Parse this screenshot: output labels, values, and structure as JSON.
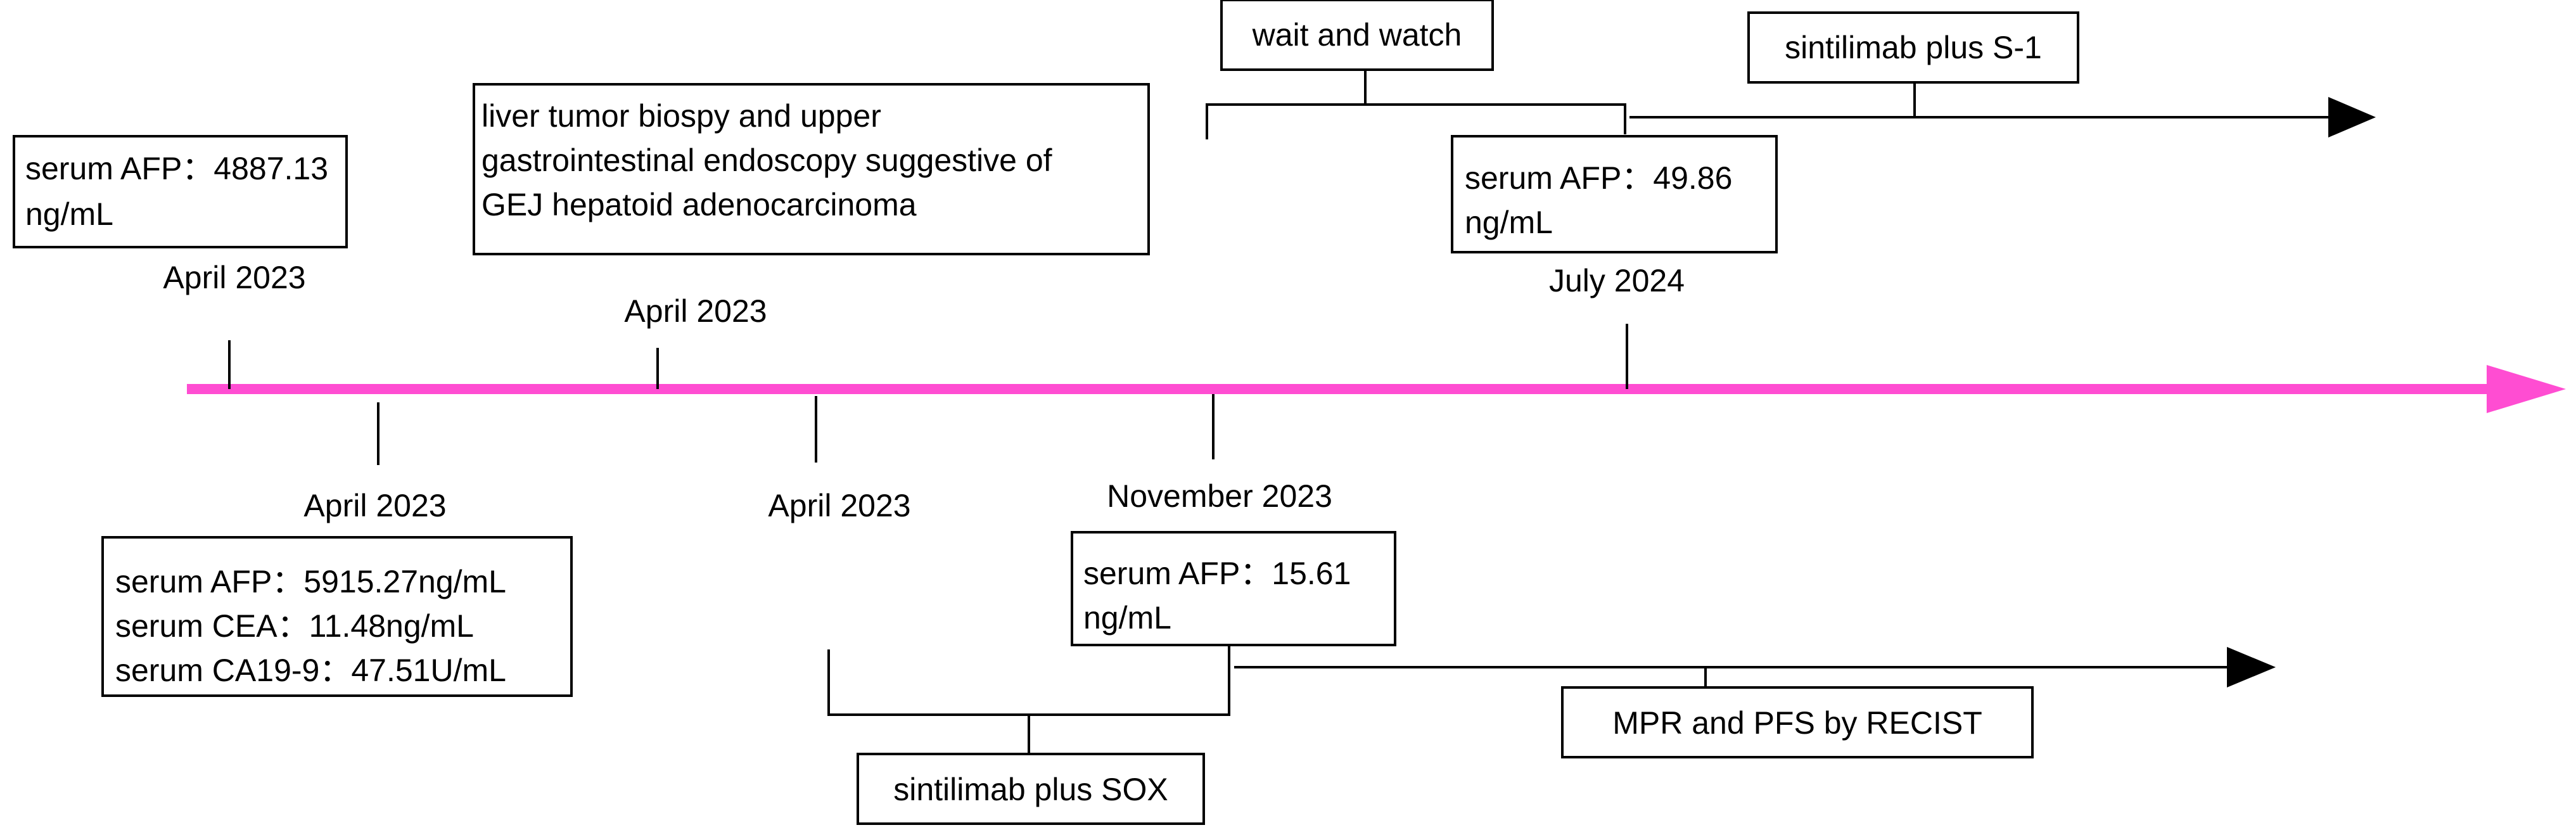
{
  "colors": {
    "timeline": "#ff4dd2",
    "line": "#000000",
    "box_border": "#000000",
    "text": "#000000",
    "background": "#ffffff"
  },
  "timeline_events": [
    {
      "id": "e1",
      "date": "April 2023",
      "box_lines": [
        "serum AFP：4887.13",
        "ng/mL"
      ]
    },
    {
      "id": "e2",
      "date": "April 2023",
      "box_lines": [
        "serum AFP：5915.27ng/mL",
        "serum CEA：11.48ng/mL",
        "serum CA19-9：47.51U/mL"
      ]
    },
    {
      "id": "e3",
      "date": "April 2023",
      "box_lines": [
        "liver tumor biospy  and upper",
        "gastrointestinal endoscopy suggestive of",
        "GEJ hepatoid adenocarcinoma"
      ]
    },
    {
      "id": "e4",
      "date": "April 2023",
      "box_lines": []
    },
    {
      "id": "e5",
      "date": "November 2023",
      "box_lines": [
        "serum AFP：15.61",
        "ng/mL"
      ]
    },
    {
      "id": "e6",
      "date": "July 2024",
      "box_lines": [
        "serum AFP：49.86",
        "ng/mL"
      ]
    }
  ],
  "treatment_phases": [
    {
      "id": "p1",
      "label": "sintilimab plus SOX"
    },
    {
      "id": "p2",
      "label": "wait and watch"
    },
    {
      "id": "p3",
      "label": "sintilimab plus S-1"
    },
    {
      "id": "p4",
      "label": "MPR and  PFS by RECIST"
    }
  ]
}
